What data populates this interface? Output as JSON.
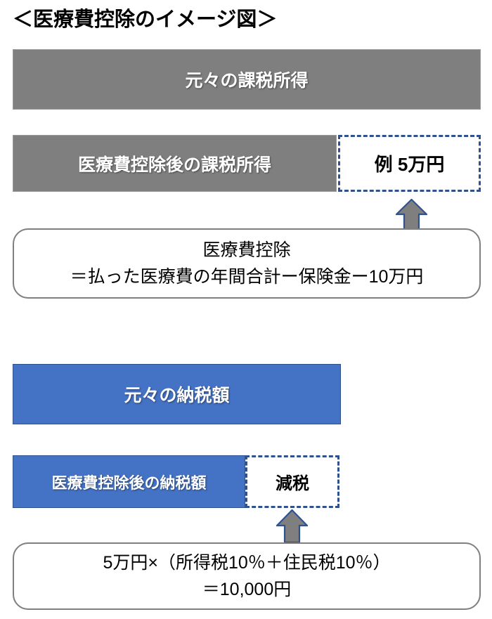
{
  "title": "＜医療費控除のイメージ図＞",
  "colors": {
    "gray_bar": "#7F7F7F",
    "blue_bar": "#4472C4",
    "dashed_border": "#2F528F",
    "arrow_fill": "#7F7F7F",
    "arrow_stroke": "#2F528F",
    "rounded_box_border": "#7F7F7F",
    "bar_text": "#FFFFFF",
    "box_text": "#000000"
  },
  "income_section": {
    "original_bar_label": "元々の課税所得",
    "after_bar_label": "医療費控除後の課税所得",
    "callout_label": "例 5万円",
    "formula": {
      "line1": "医療費控除",
      "line2": "＝払った医療費の年間合計ー保険金ー10万円"
    }
  },
  "tax_section": {
    "original_bar_label": "元々の納税額",
    "after_bar_label": "医療費控除後の納税額",
    "callout_label": "減税",
    "formula": {
      "line1": "5万円×（所得税10％＋住民税10％）",
      "line2": "＝10,000円"
    }
  }
}
